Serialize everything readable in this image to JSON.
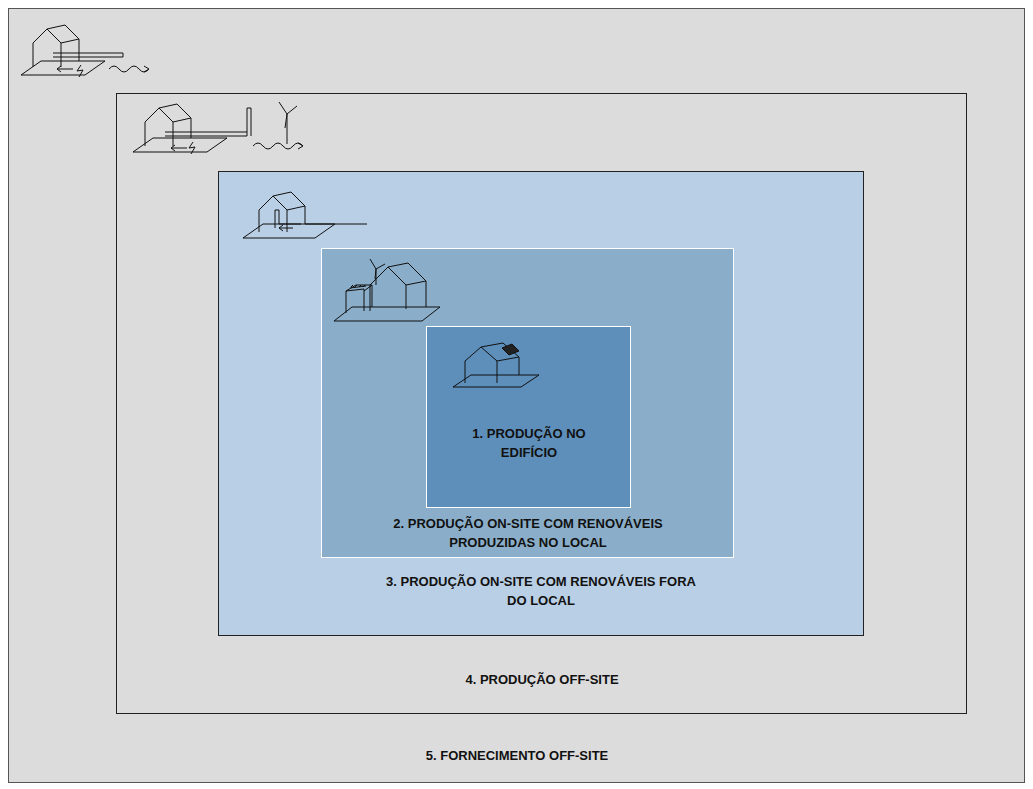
{
  "diagram": {
    "nodes": [
      {
        "text": [
          "5. FORNECIMENTO OFF-SITE"
        ]
      },
      {
        "text": [
          "4. PRODUÇÃO OFF-SITE"
        ],
        "in": 0
      },
      {
        "text": [
          "3. PRODUÇÃO ON-SITE COM RENOVÁVEIS FORA DO LOCAL"
        ],
        "in": 1
      },
      {
        "text": [
          "2. PRODUÇÃO ON-SITE COM RENOVÁVEIS PRODUZIDAS NO LOCAL"
        ],
        "in": 2
      },
      {
        "text": [
          "1. PRODUÇÃO NO EDIFÍCIO"
        ],
        "in": 3
      }
    ]
  }
}
